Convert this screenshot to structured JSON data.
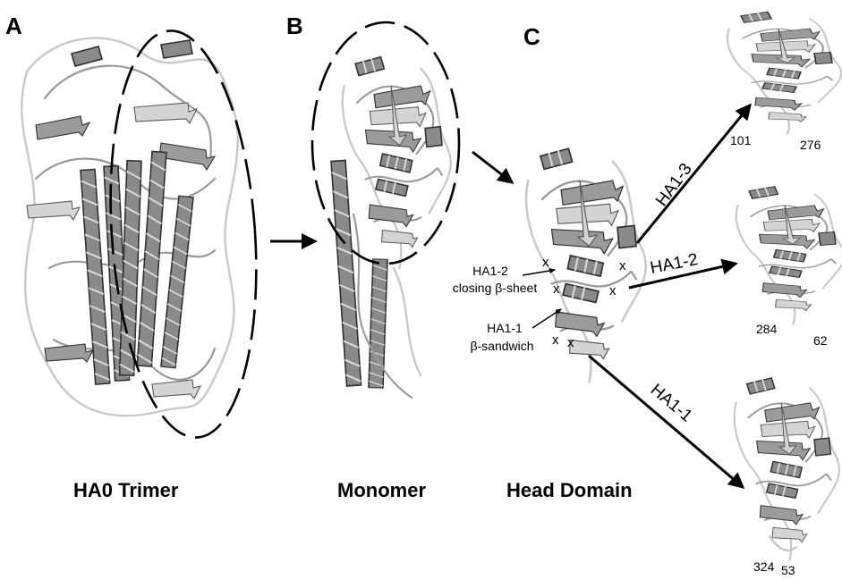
{
  "panels": {
    "a": {
      "letter": "A",
      "caption": "HA0 Trimer"
    },
    "b": {
      "letter": "B",
      "caption": "Monomer"
    },
    "c": {
      "letter": "C",
      "caption": "Head Domain"
    }
  },
  "annotations": {
    "ha1_2_line1": "HA1-2",
    "ha1_2_line2": "closing β-sheet",
    "ha1_1_line1": "HA1-1",
    "ha1_1_line2": "β-sandwich",
    "cut_mark": "x"
  },
  "fragments": [
    {
      "name": "HA1-3",
      "start": "101",
      "end": "276"
    },
    {
      "name": "HA1-2",
      "start": "284",
      "end": "62"
    },
    {
      "name": "HA1-1",
      "start": "324",
      "end": "53"
    }
  ],
  "colors": {
    "helix": "#8a8a8a",
    "sheet": "#9b9b9b",
    "coil": "#9a9a9a",
    "line": "#000000"
  }
}
